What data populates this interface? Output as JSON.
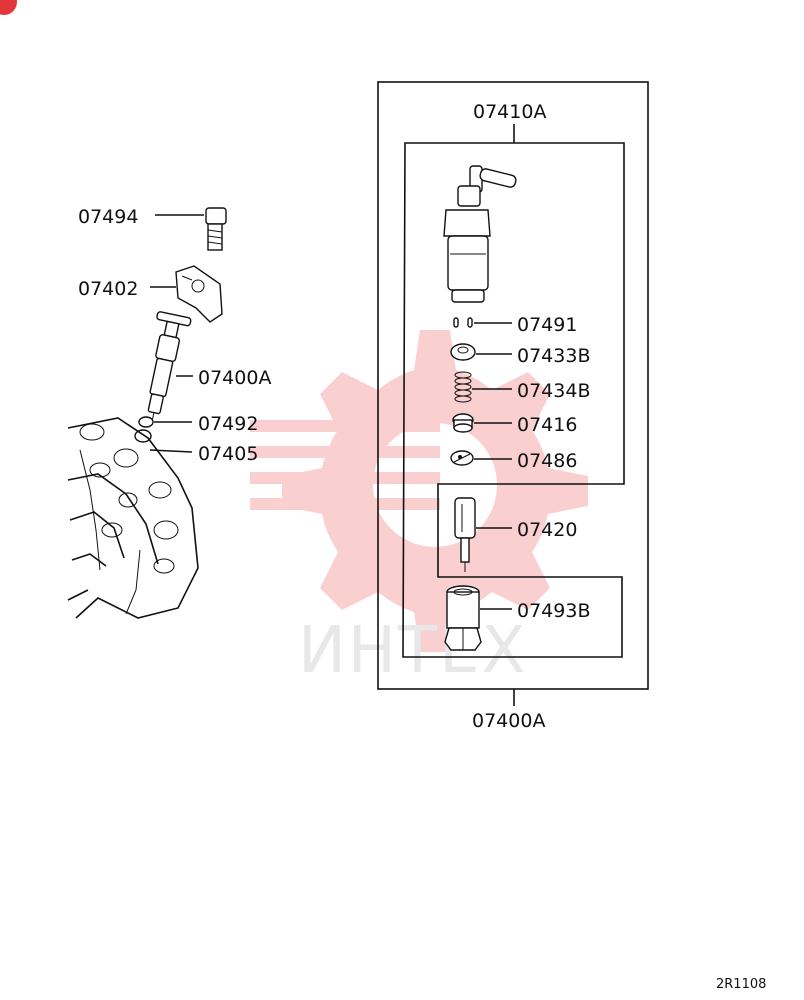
{
  "watermark": {
    "text": "ИНТЕХ",
    "color": "#f4a3a3"
  },
  "corner_badge_color": "#e0383a",
  "left_labels": {
    "p07494": "07494",
    "p07402": "07402",
    "p07400A": "07400A",
    "p07492": "07492",
    "p07405": "07405"
  },
  "right_labels": {
    "assembly_top": "07410A",
    "p07491": "07491",
    "p07433B": "07433B",
    "p07434B": "07434B",
    "p07416": "07416",
    "p07486": "07486",
    "p07420": "07420",
    "p07493B": "07493B",
    "assembly_bottom": "07400A"
  },
  "figure_code": "2R1108"
}
